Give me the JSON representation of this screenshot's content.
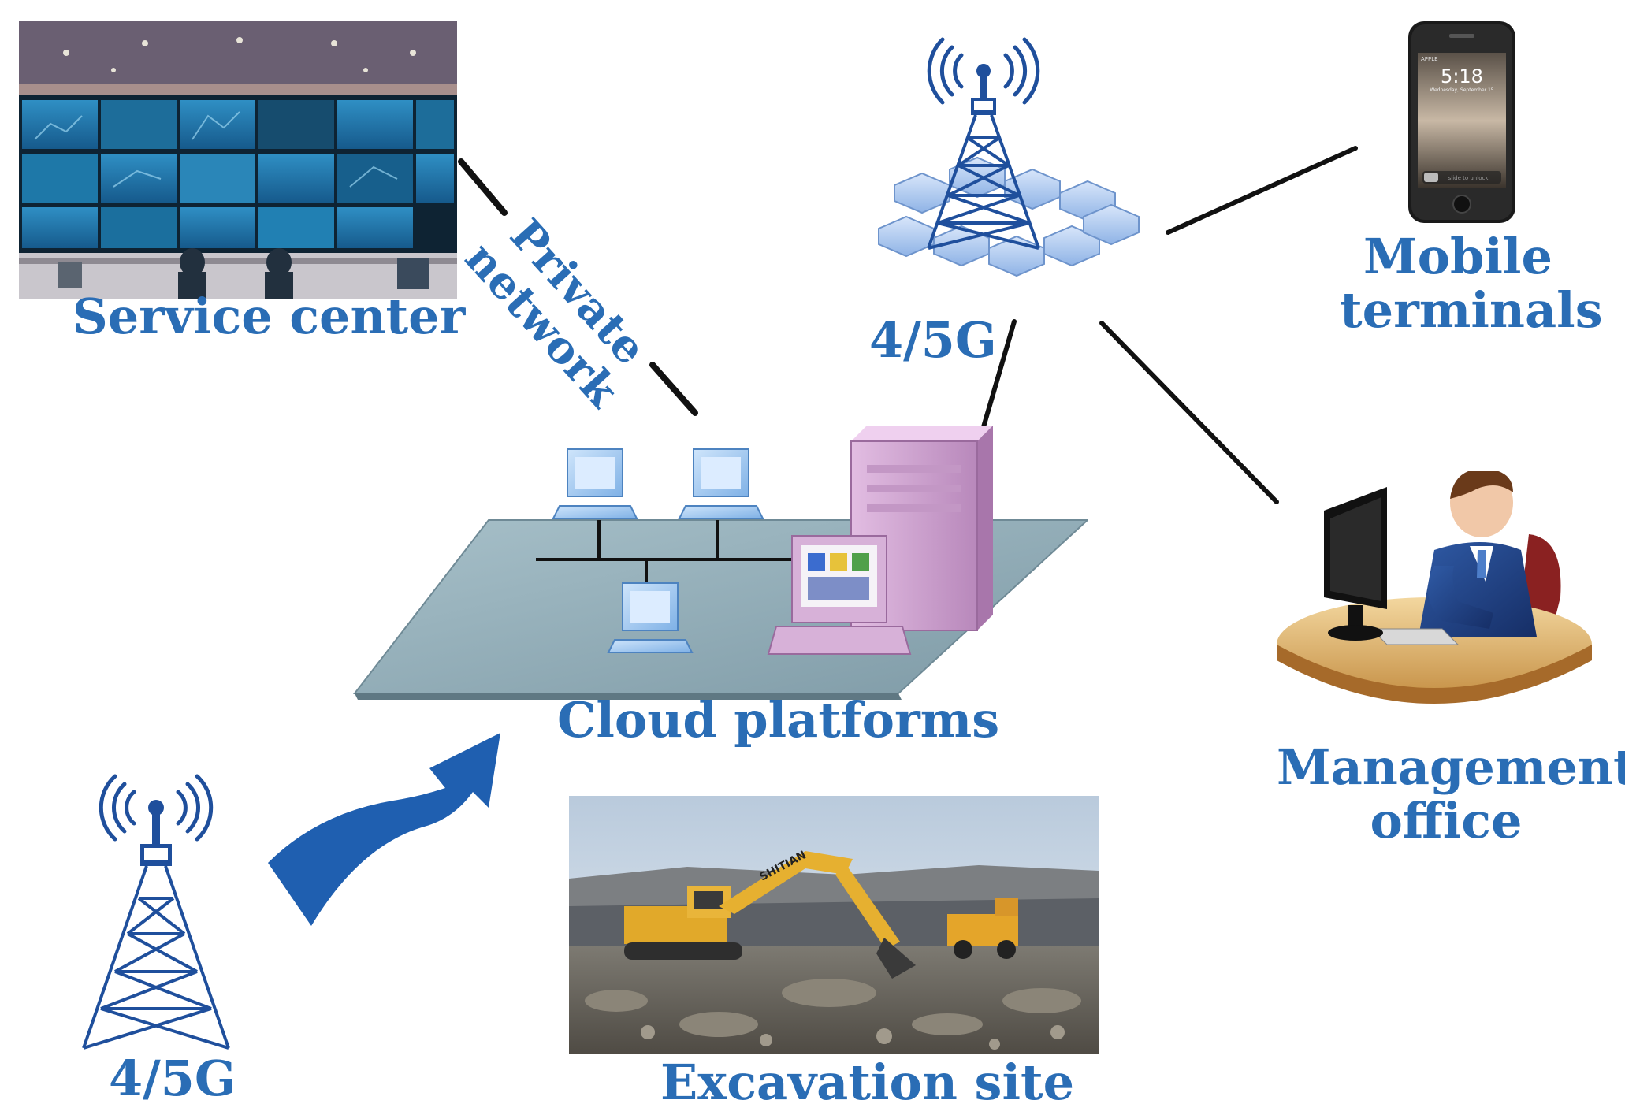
{
  "labels": {
    "service_center": "Service center",
    "private_network_line1": "Private",
    "private_network_line2": "network",
    "tower_top": "4/5G",
    "mobile_line1": "Mobile",
    "mobile_line2": "terminals",
    "cloud_platforms": "Cloud platforms",
    "management_line1": "Management",
    "management_line2": "office",
    "tower_bottom": "4/5G",
    "excavation_site": "Excavation site"
  },
  "phone": {
    "time": "5:18",
    "date": "Wednesday, September 15",
    "carrier": "APPLE",
    "slider_text": "slide to unlock"
  },
  "excavator": {
    "brand": "SHITIAN"
  },
  "colors": {
    "label": "#2a6db5",
    "tower": "#1f4f9c",
    "arrow": "#1f5fb0",
    "hex": "#a9c6ee",
    "platform": "#8da9b4",
    "server": "#d4a5d6",
    "line": "#111111"
  },
  "icons": [
    "control-room-photo",
    "radio-tower-icon",
    "hexagon-cells-icon",
    "smartphone-icon",
    "workstation-icon",
    "server-icon",
    "network-platform-icon",
    "office-worker-icon",
    "upload-arrow-icon",
    "excavator-photo"
  ]
}
